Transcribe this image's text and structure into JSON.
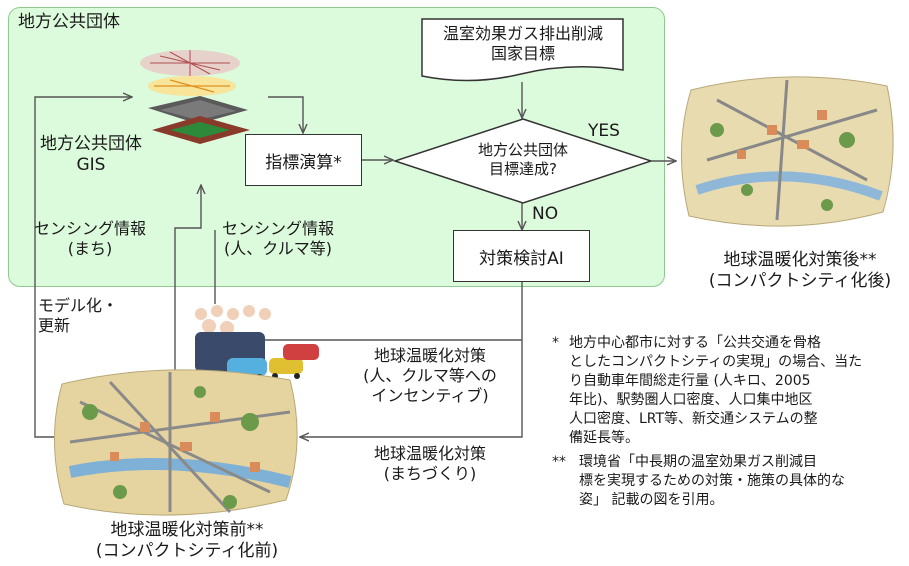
{
  "panel": {
    "title": "地方公共団体"
  },
  "gis": {
    "label_line1": "地方公共団体",
    "label_line2": "GIS"
  },
  "sensing_town": {
    "line1": "センシング情報",
    "line2": "(まち)"
  },
  "sensing_people": {
    "line1": "センシング情報",
    "line2": "(人、クルマ等)"
  },
  "index_box": {
    "label": "指標演算*"
  },
  "national_target": {
    "line1": "温室効果ガス排出削減",
    "line2": "国家目標"
  },
  "decision": {
    "line1": "地方公共団体",
    "line2": "目標達成?",
    "yes": "YES",
    "no": "NO"
  },
  "ai_box": {
    "label": "対策検討AI"
  },
  "after_map": {
    "line1": "地球温暖化対策後**",
    "line2": "(コンパクトシティ化後)"
  },
  "before_map": {
    "line1": "地球温暖化対策前**",
    "line2": "(コンパクトシティ化前)"
  },
  "modeling": {
    "line1": "モデル化・",
    "line2": "更新"
  },
  "measure_people": {
    "line1": "地球温暖化対策",
    "line2": "(人、クルマ等への",
    "line3": "インセンティブ)"
  },
  "measure_town": {
    "line1": "地球温暖化対策",
    "line2": "(まちづくり)"
  },
  "notes": {
    "n1_mark": "*",
    "n1_lines": [
      "地方中心都市に対する「公共交通を骨格",
      "としたコンパクトシティの実現」の場合、当た",
      "り自動車年間総走行量 (人キロ、2005",
      "年比)、駅勢圏人口密度、人口集中地区",
      "人口密度、LRT等、新交通システムの整",
      "備延長等。"
    ],
    "n2_mark": "**",
    "n2_lines": [
      "環境省「中長期の温室効果ガス削減目",
      "標を実現するための対策・施策の具体的な",
      "姿」 記載の図を引用。"
    ]
  },
  "colors": {
    "panel": "#dcfadc",
    "panel_border": "#8fc98f",
    "line": "#555555"
  }
}
